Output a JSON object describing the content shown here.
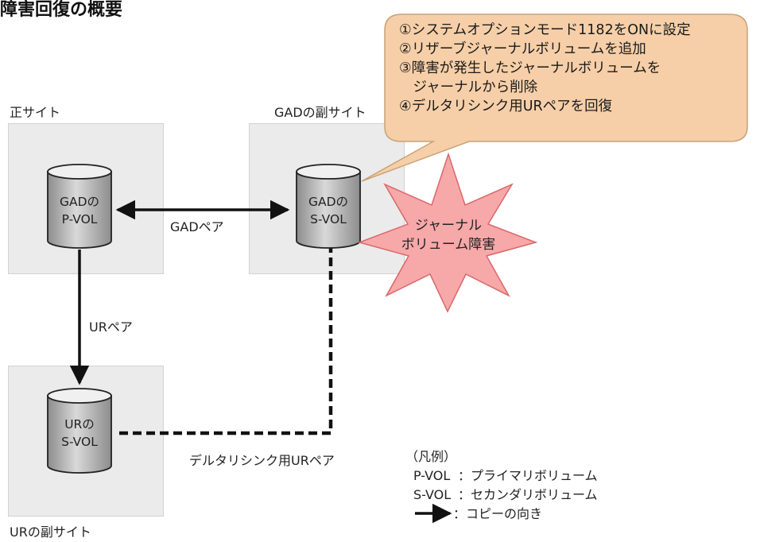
{
  "title": "障害回復の概要",
  "sites": {
    "primary": "正サイト",
    "gad_secondary": "GADの副サイト",
    "ur_secondary": "URの副サイト"
  },
  "volumes": {
    "gad_pvol": [
      "GADの",
      "P-VOL"
    ],
    "gad_svol": [
      "GADの",
      "S-VOL"
    ],
    "ur_svol": [
      "URの",
      "S-VOL"
    ]
  },
  "pairs": {
    "gad": "GADペア",
    "ur": "URペア",
    "delta": "デルタリシンク用URペア"
  },
  "callout": {
    "steps": [
      "①システムオプションモード1182をONに設定",
      "②リザーブジャーナルボリュームを追加",
      "③障害が発生したジャーナルボリュームを",
      "　ジャーナルから削除",
      "④デルタリシンク用URペアを回復"
    ],
    "fill_color": "#f6cfa8",
    "border_color": "#c9a277"
  },
  "failure": {
    "lines": [
      "ジャーナル",
      "ボリューム障害"
    ],
    "fill_color": "#f7a8a9",
    "border_color": "#d9686a"
  },
  "legend": {
    "heading": "（凡例）",
    "items": [
      {
        "term": "P-VOL",
        "desc": "：プライマリボリューム"
      },
      {
        "term": "S-VOL",
        "desc": "：セカンダリボリューム"
      }
    ],
    "arrow_desc": "：コピーの向き"
  }
}
